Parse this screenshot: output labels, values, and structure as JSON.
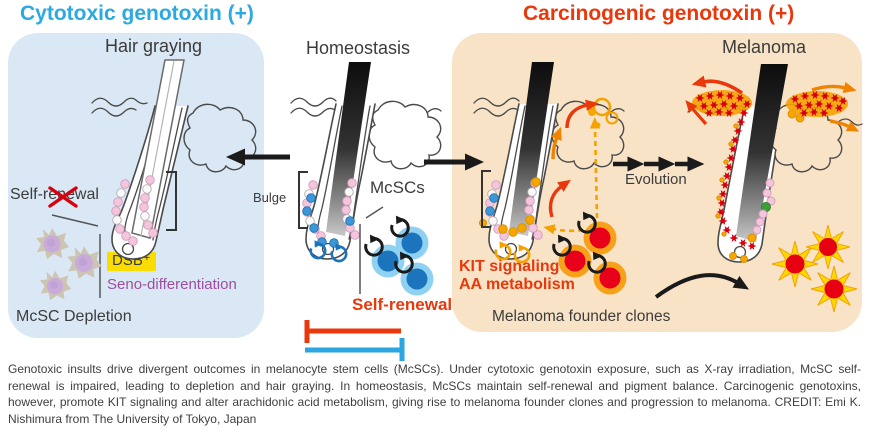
{
  "headers": {
    "cytotoxic": "Cytotoxic genotoxin (+)",
    "carcinogenic": "Carcinogenic genotoxin (+)"
  },
  "left_panel": {
    "title": "Hair graying",
    "self_renewal_label": "Self-renewal",
    "dsb_label": "DSB⁺",
    "seno_label": "Seno-differentiation",
    "depletion_label": "McSC Depletion"
  },
  "center_panel": {
    "title": "Homeostasis",
    "bulge_label": "Bulge",
    "mcscs_label": "McSCs",
    "self_renewal_label": "Self-renewal"
  },
  "right_panel": {
    "title": "Melanoma",
    "kit_label": "KIT signaling",
    "aa_label": "AA metabolism",
    "founder_label": "Melanoma founder clones",
    "evolution_label": "Evolution"
  },
  "icons": {
    "self_renewal_loop": "circular-arrow ↻",
    "inhibition_bar": "T-bar ⊣",
    "crossed_out": "red ✕"
  },
  "colors": {
    "cytotoxic_blue": "#2BA9E0",
    "carcinogenic_red": "#E8380C",
    "left_panel_bg": "#D9E8F4",
    "right_panel_bg": "#F8E3C6",
    "dsb_highlight_yellow": "#FADC00",
    "seno_purple": "#9E4E9E",
    "mcsc_blue_cell": "#1C75BC",
    "founder_red_cell": "#E8001A",
    "founder_orange_rim": "#F7A11A"
  },
  "caption": {
    "text": "Genotoxic insults drive divergent outcomes in melanocyte stem cells (McSCs). Under cytotoxic genotoxin exposure, such as X-ray irradiation, McSC self-renewal is impaired, leading to depletion and hair graying. In homeostasis, McSCs maintain self-renewal and pigment balance. Carcinogenic genotoxins, however, promote KIT signaling and alter arachidonic acid metabolism, giving rise to melanoma founder clones and progression to melanoma. CREDIT: Emi K. Nishimura from The University of Tokyo, Japan"
  }
}
